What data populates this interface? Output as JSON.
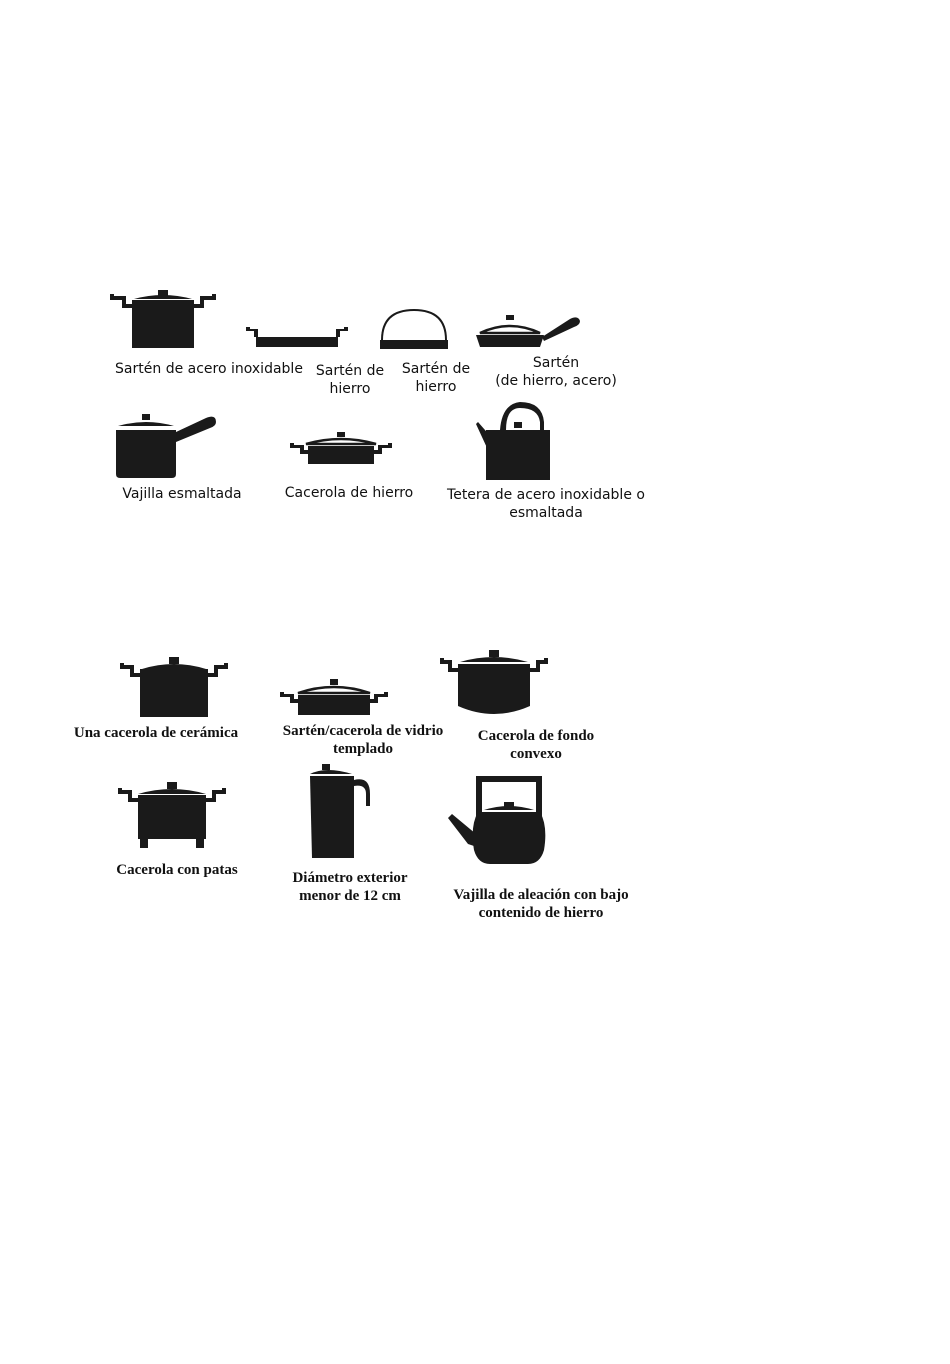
{
  "suitable_cookware": [
    {
      "label": "Sartén de acero inoxidable",
      "icon": "stockpot-icon"
    },
    {
      "label": "Sartén de\nhierro",
      "icon": "flat-pan-icon"
    },
    {
      "label": "Sartén de\nhierro",
      "icon": "dome-pan-icon"
    },
    {
      "label": "Sartén\n(de hierro, acero)",
      "icon": "lidded-frying-pan-icon"
    },
    {
      "label": "Vajilla esmaltada",
      "icon": "saucepan-icon"
    },
    {
      "label": "Cacerola de hierro",
      "icon": "shallow-casserole-icon"
    },
    {
      "label": "Tetera de acero inoxidable o\nesmaltada",
      "icon": "kettle-icon"
    }
  ],
  "unsuitable_cookware": [
    {
      "label": "Una cacerola de cerámica",
      "icon": "ceramic-pot-icon"
    },
    {
      "label": "Sartén/cacerola de vidrio\ntemplado",
      "icon": "glass-casserole-icon"
    },
    {
      "label": "Cacerola de fondo\nconvexo",
      "icon": "convex-bottom-pot-icon"
    },
    {
      "label": "Cacerola con patas",
      "icon": "pot-with-legs-icon"
    },
    {
      "label": "Diámetro exterior\nmenor de 12 cm",
      "icon": "small-coffee-pot-icon"
    },
    {
      "label": "Vajilla de aleación con bajo\ncontenido de hierro",
      "icon": "teapot-icon"
    }
  ],
  "colors": {
    "icon": "#1a1a1a",
    "text": "#111111",
    "background": "#ffffff"
  }
}
